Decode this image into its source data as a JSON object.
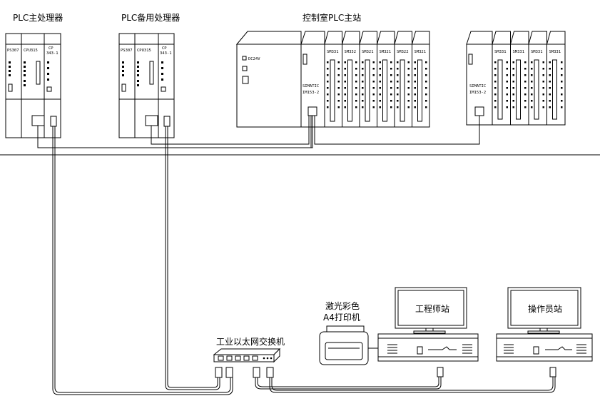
{
  "titles": {
    "plc_main": "PLC主处理器",
    "plc_backup": "PLC备用处理器",
    "control_room": "控制室PLC主站",
    "switch": "工业以太网交换机",
    "printer_line1": "激光彩色",
    "printer_line2": "A4打印机",
    "engineer_station": "工程师站",
    "operator_station": "操作员站"
  },
  "cpu_rack": {
    "ps_label": "PS307",
    "cpu_label": "CPU315",
    "cp_label_top": "CP",
    "cp_label_bot": "343-1"
  },
  "control_room_rack": {
    "power_label": "DC24V",
    "im_label_1": "SIMATIC",
    "im_label_2": "IM153-2",
    "modules": [
      "SM331",
      "SM332",
      "SM321",
      "SM321",
      "SM322",
      "SM321"
    ]
  },
  "remote_rack": {
    "im_label_1": "SIMATIC",
    "im_label_2": "IM153-2",
    "modules": [
      "SM331",
      "SM331",
      "SM331",
      "SM331"
    ]
  },
  "colors": {
    "line": "#000000",
    "background": "#ffffff"
  }
}
